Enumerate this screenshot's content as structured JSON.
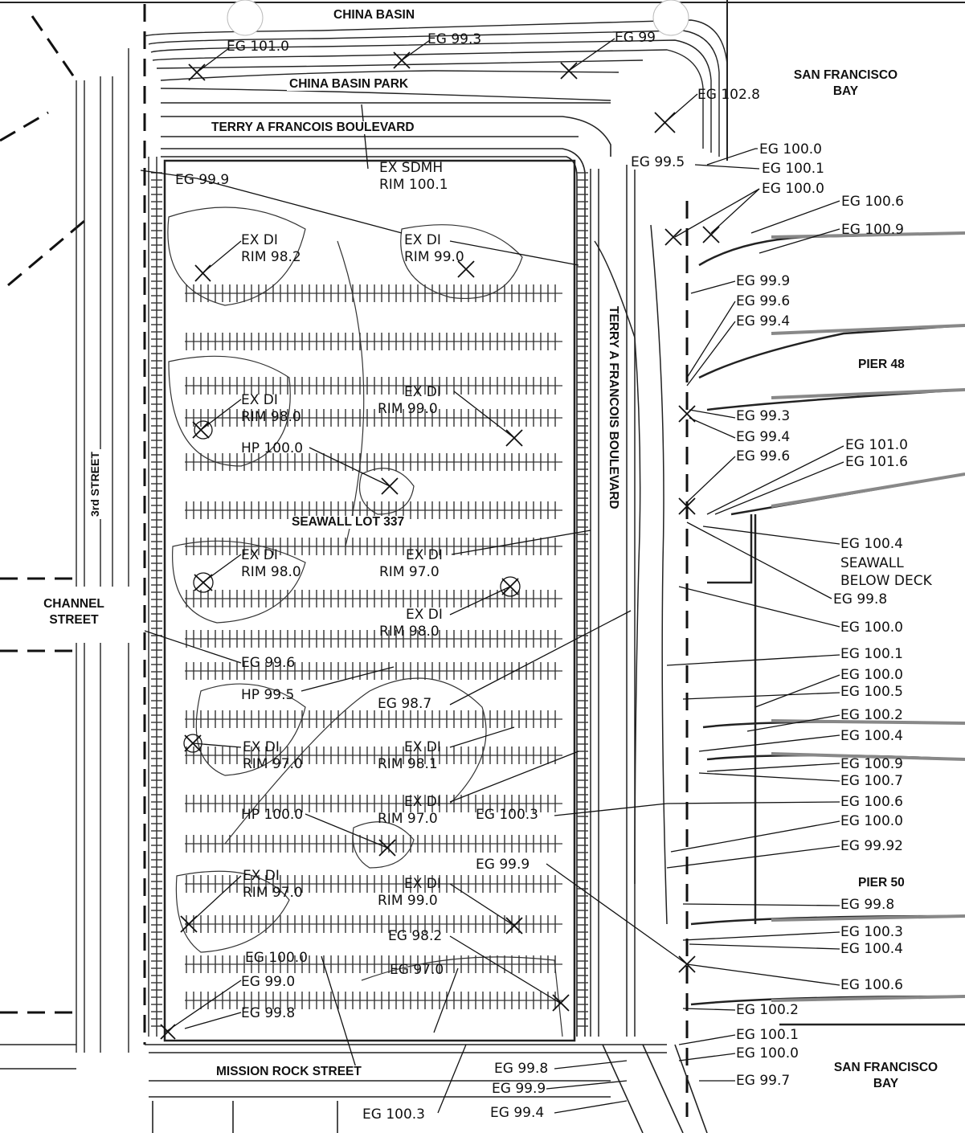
{
  "water": {
    "china_basin": "CHINA BASIN",
    "bay_north": [
      "SAN FRANCISCO",
      "BAY"
    ],
    "bay_south": [
      "SAN FRANCISCO",
      "BAY"
    ]
  },
  "streets": {
    "china_basin_park": "CHINA BASIN PARK",
    "terry_north": "TERRY A FRANCOIS BOULEVARD",
    "terry_east": "TERRY A FRANCOIS BOULEVARD",
    "third_street": "3rd STREET",
    "channel_street": [
      "CHANNEL",
      "STREET"
    ],
    "mission_rock": "MISSION ROCK STREET"
  },
  "lot": {
    "name": "SEAWALL LOT 337"
  },
  "piers": {
    "pier48": "PIER 48",
    "pier50": "PIER 50"
  },
  "park_points": {
    "eg_a": "EG 101.0",
    "eg_b": "EG 99.3",
    "eg_c": "EG 99",
    "eg_d": "EG 102.8",
    "eg_e": "EG 99.9",
    "sdmh": [
      "EX SDMH",
      "RIM 100.1"
    ],
    "eg_f": "EG 99.5"
  },
  "lot_points": {
    "di1": [
      "EX DI",
      "RIM 98.2"
    ],
    "di2": [
      "EX DI",
      "RIM 99.0"
    ],
    "di3": [
      "EX DI",
      "RIM 98.0"
    ],
    "di4": [
      "EX DI",
      "RIM 99.0"
    ],
    "hp1": "HP 100.0",
    "di5": [
      "EX DI",
      "RIM 98.0"
    ],
    "di6": [
      "EX DI",
      "RIM 97.0"
    ],
    "di7": [
      "EX DI",
      "RIM 98.0"
    ],
    "eg1": "EG 99.6",
    "hp2": "HP 99.5",
    "eg2": "EG 98.7",
    "di8": [
      "EX DI",
      "RIM 97.0"
    ],
    "di9": [
      "EX DI",
      "RIM 98.1"
    ],
    "di10": [
      "EX DI",
      "RIM 97.0"
    ],
    "hp3": "HP 100.0",
    "eg3": "EG 100.3",
    "eg4": "EG 99.9",
    "di11": [
      "EX DI",
      "RIM 97.0"
    ],
    "di12": [
      "EX DI",
      "RIM 99.0"
    ],
    "eg5": "EG 98.2",
    "eg6": "EG 100.0",
    "eg7": "EG 97.0",
    "eg8": "EG 99.0",
    "eg9": "EG 99.8"
  },
  "mission_points": {
    "eg1": "EG 99.8",
    "eg2": "EG 99.9",
    "eg3": "EG 99.4",
    "eg4": "EG 100.3"
  },
  "east_top": [
    "EG 100.0",
    "EG 100.1",
    "EG 100.0",
    "EG 100.6",
    "EG 100.9"
  ],
  "east_mid": [
    "EG 99.9",
    "EG 99.6",
    "EG 99.4",
    "EG 99.3",
    "EG 99.4",
    "EG 99.6"
  ],
  "east_right": [
    "EG 101.0",
    "EG 101.6",
    "EG 100.4"
  ],
  "seawall_note": [
    "SEAWALL",
    "BELOW DECK"
  ],
  "east_lower": [
    "EG 99.8",
    "EG 100.0",
    "EG 100.1",
    "EG 100.0",
    "EG 100.5",
    "EG 100.2",
    "EG 100.4",
    "EG 100.9",
    "EG 100.7",
    "EG 100.6",
    "EG 100.0",
    "EG 99.92"
  ],
  "east_bottom": [
    "EG 99.8",
    "EG 100.3",
    "EG 100.4",
    "EG 100.6",
    "EG 100.2",
    "EG 100.1",
    "EG 100.0",
    "EG 99.7"
  ]
}
